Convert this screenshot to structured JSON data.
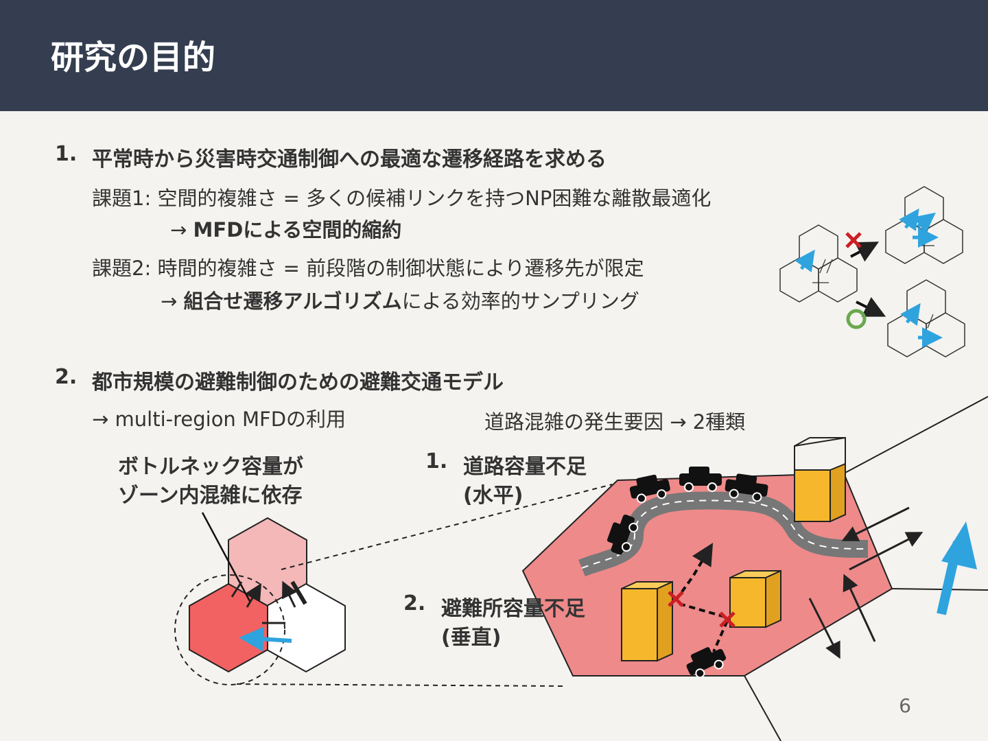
{
  "title": "研究の目的",
  "items": [
    {
      "number": "1.",
      "heading": "平常時から災害時交通制御への最適な遷移経路を求める",
      "issue1": "課題1: 空間的複雑さ = 多くの候補リンクを持つNP困難な離散最適化",
      "issue1_solution_arrow": "→ ",
      "issue1_solution_bold": "MFDによる空間的縮約",
      "issue2": "課題2: 時間的複雑さ = 前段階の制御状態により遷移先が限定",
      "issue2_solution_arrow": "→ ",
      "issue2_solution_bold": "組合せ遷移アルゴリズム",
      "issue2_solution_rest": "による効率的サンプリング"
    },
    {
      "number": "2.",
      "heading": "都市規模の避難制御のための避難交通モデル",
      "sub": "→ multi-region MFDの利用"
    }
  ],
  "diagram": {
    "bottleneck_line1": "ボトルネック容量が",
    "bottleneck_line2": "ゾーン内混雑に依存",
    "cause_title": "道路混雑の発生要因 → 2種類",
    "cause1_number": "1.",
    "cause1_line1": "道路容量不足",
    "cause1_line2": "(水平)",
    "cause2_number": "2.",
    "cause2_line1": "避難所容量不足",
    "cause2_line2": "(垂直)",
    "cross_mark": "×",
    "circle_mark": "○"
  },
  "page_number": "6",
  "colors": {
    "header_bg": "#343e50",
    "background": "#f4f3ef",
    "zone_red": "#f26262",
    "zone_pink": "#f4b8b8",
    "region_pink": "#ee8a8a",
    "building_yellow": "#f6b72c",
    "arrow_blue": "#2fa3de",
    "cross_red": "#cc1f24",
    "circle_green": "#6aa84f",
    "road_gray": "#777777"
  }
}
